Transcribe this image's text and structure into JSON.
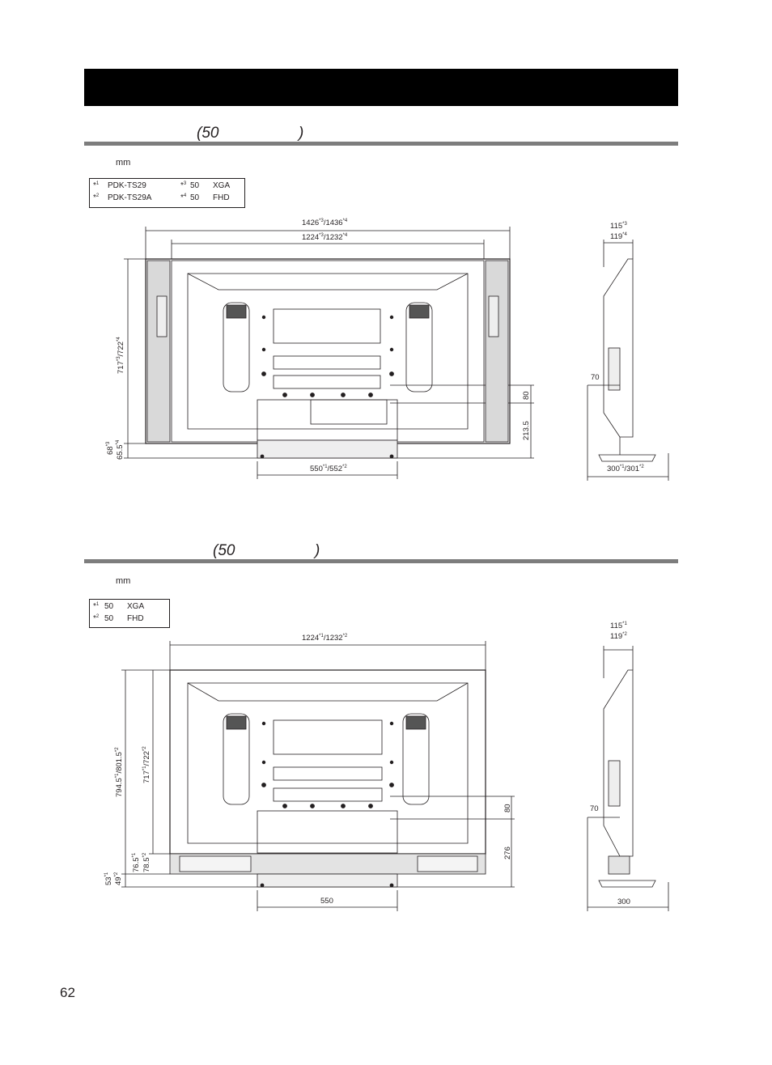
{
  "page": {
    "number": "62"
  },
  "section1": {
    "title_prefix": "(50",
    "title_suffix": ")",
    "unit": "mm",
    "notes": [
      {
        "mark": "*",
        "sup": "1",
        "text": "PDK-TS29",
        "mark2": "*",
        "sup2": "3",
        "size": "50",
        "res": "XGA"
      },
      {
        "mark": "*",
        "sup": "2",
        "text": "PDK-TS29A",
        "mark2": "*",
        "sup2": "4",
        "size": "50",
        "res": "FHD"
      }
    ],
    "dims": {
      "overall_width": "1426",
      "overall_width_sup": "*3",
      "overall_width_b": "/1436",
      "overall_width_b_sup": "*4",
      "panel_width": "1224",
      "panel_width_sup": "*3",
      "panel_width_b": "/1232",
      "panel_width_b_sup": "*4",
      "height": "717",
      "height_sup": "*3",
      "height_b": "/722",
      "height_b_sup": "*4",
      "bottom_a": "68",
      "bottom_a_sup": "*3",
      "bottom_b": "65.5",
      "bottom_b_sup": "*4",
      "stand_width": "550",
      "stand_width_sup": "*1",
      "stand_width_b": "/552",
      "stand_width_b_sup": "*2",
      "v80": "80",
      "v213": "213.5",
      "depth_a": "115",
      "depth_a_sup": "*3",
      "depth_b": "119",
      "depth_b_sup": "*4",
      "side70": "70",
      "stand_depth": "300",
      "stand_depth_sup": "*1",
      "stand_depth_b": "/301",
      "stand_depth_b_sup": "*2"
    }
  },
  "section2": {
    "title_prefix": "(50",
    "title_suffix": ")",
    "unit": "mm",
    "notes": [
      {
        "mark": "*",
        "sup": "1",
        "size": "50",
        "res": "XGA"
      },
      {
        "mark": "*",
        "sup": "2",
        "size": "50",
        "res": "FHD"
      }
    ],
    "dims": {
      "panel_width": "1224",
      "panel_width_sup": "*1",
      "panel_width_b": "/1232",
      "panel_width_b_sup": "*2",
      "total_height": "794.5",
      "total_height_sup": "*1",
      "total_height_b": "/801.5",
      "total_height_b_sup": "*2",
      "height": "717",
      "height_sup": "*1",
      "height_b": "/722",
      "height_b_sup": "*2",
      "bottom_a": "76.5",
      "bottom_a_sup": "*1",
      "bottom_b": "78.5",
      "bottom_b_sup": "*2",
      "base_a": "53",
      "base_a_sup": "*1",
      "base_b": "49",
      "base_b_sup": "*2",
      "stand_width": "550",
      "v80": "80",
      "v276": "276",
      "depth_a": "115",
      "depth_a_sup": "*1",
      "depth_b": "119",
      "depth_b_sup": "*2",
      "side70": "70",
      "stand_depth": "300"
    }
  }
}
